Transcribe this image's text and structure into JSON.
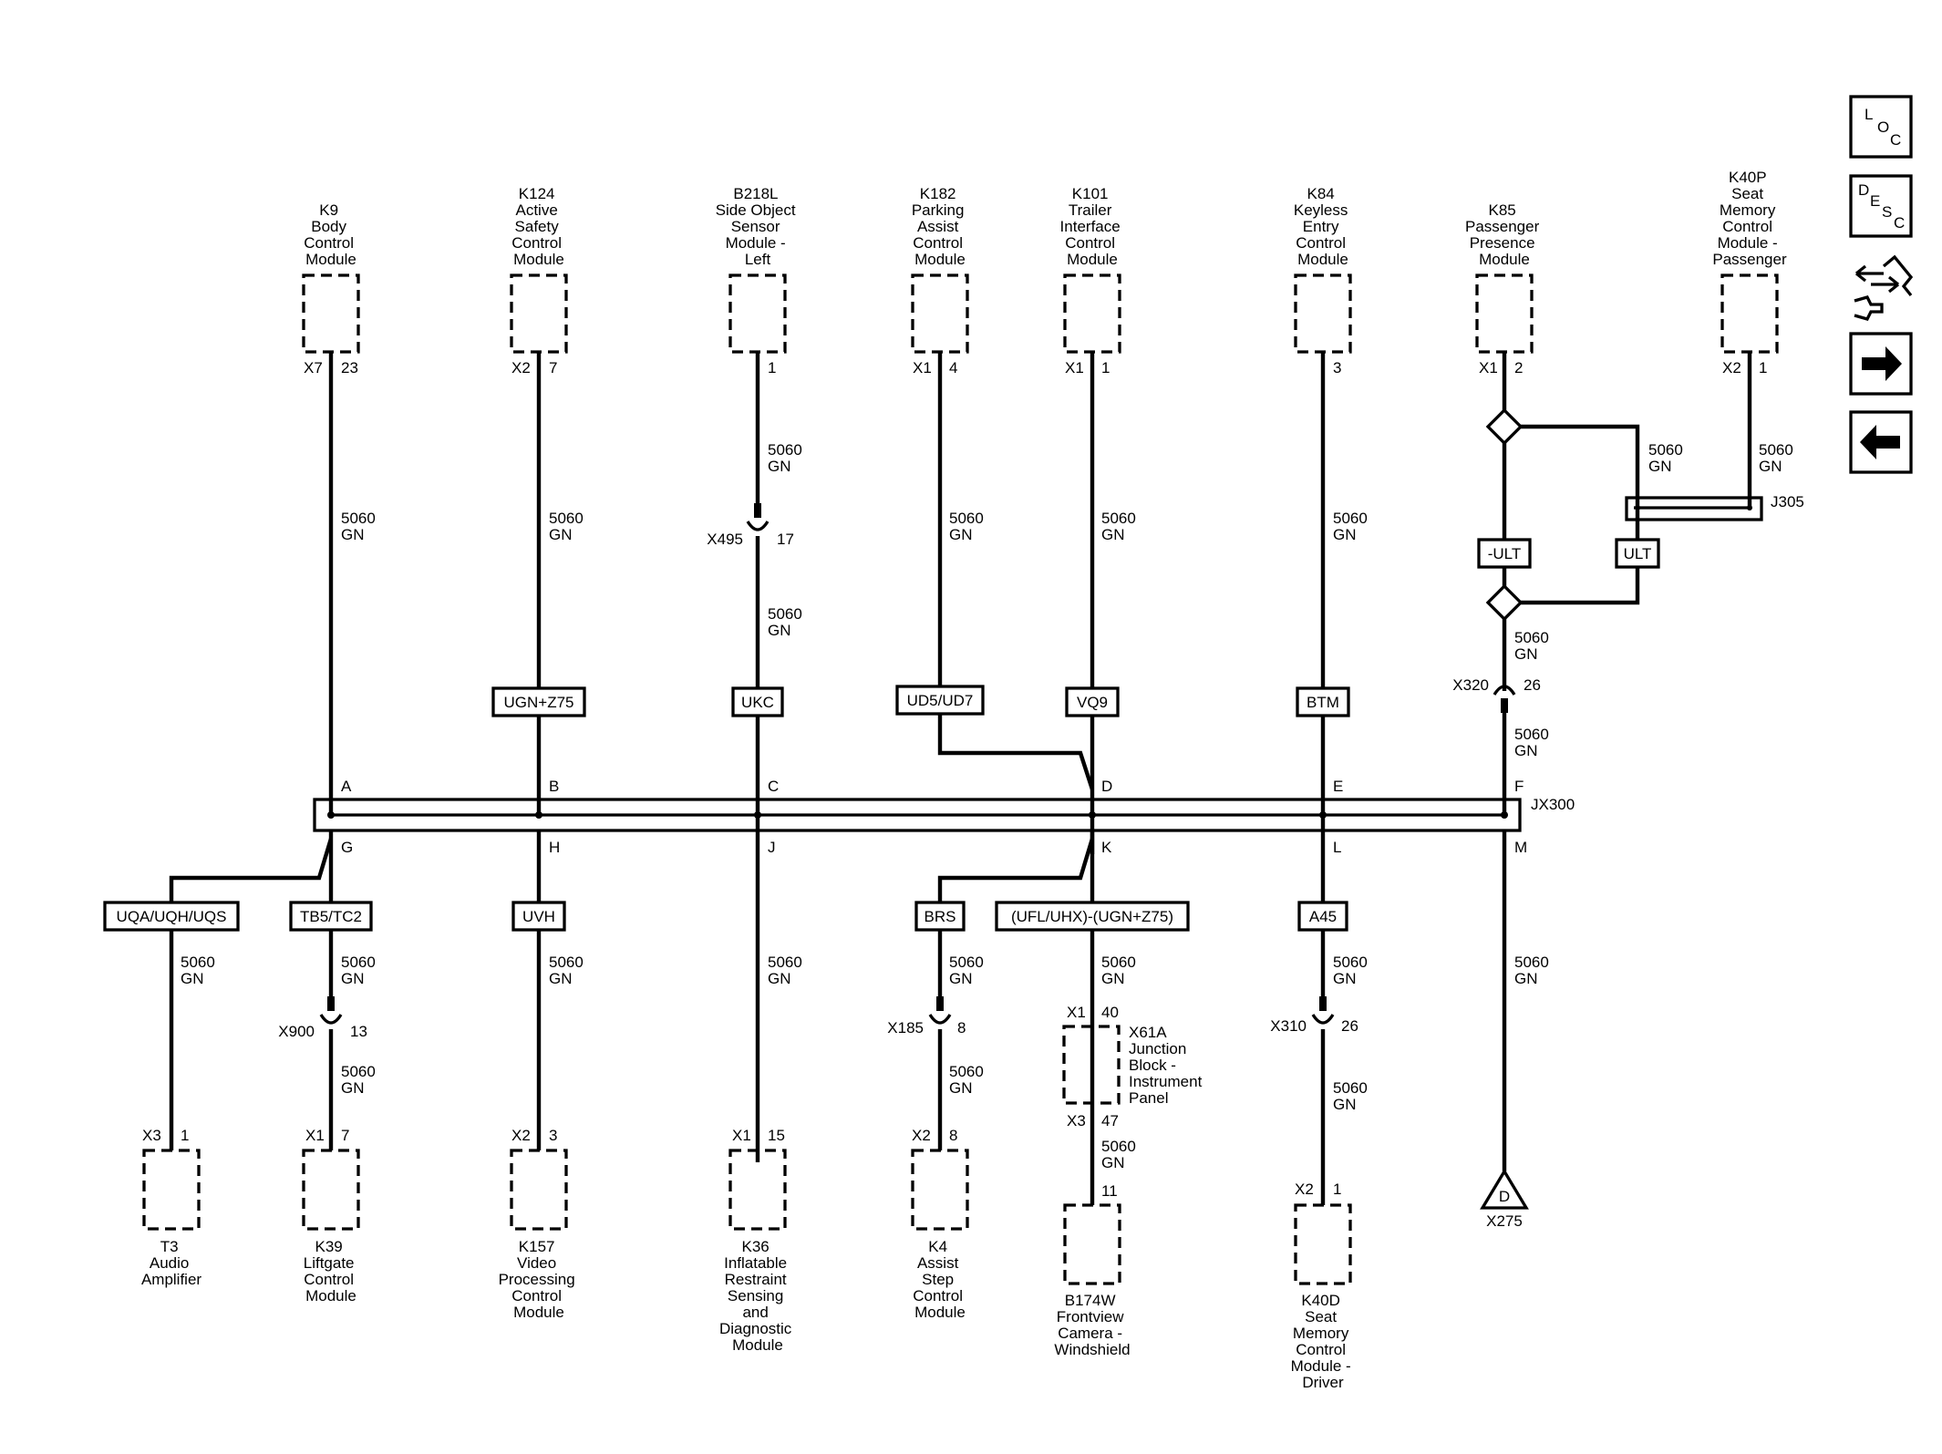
{
  "wire": {
    "circuit": "5060",
    "color": "GN"
  },
  "top_modules": [
    {
      "id": "k9",
      "lines": [
        "K9",
        "Body",
        "Control",
        "Module"
      ],
      "conn": "X7",
      "pin": "23",
      "splice_pin": "A"
    },
    {
      "id": "k124",
      "lines": [
        "K124",
        "Active",
        "Safety",
        "Control",
        "Module"
      ],
      "conn": "X2",
      "pin": "7",
      "option": "UGN+Z75",
      "splice_pin": "B"
    },
    {
      "id": "b218l",
      "lines": [
        "B218L",
        "Side Object",
        "Sensor",
        "Module -",
        "Left"
      ],
      "conn": "",
      "pin": "1",
      "inline": {
        "name": "X495",
        "pin": "17"
      },
      "option": "UKC",
      "splice_pin": "C"
    },
    {
      "id": "k182",
      "lines": [
        "K182",
        "Parking",
        "Assist",
        "Control",
        "Module"
      ],
      "conn": "X1",
      "pin": "4",
      "option": "UD5/UD7"
    },
    {
      "id": "k101",
      "lines": [
        "K101",
        "Trailer",
        "Interface",
        "Control",
        "Module"
      ],
      "conn": "X1",
      "pin": "1",
      "option": "VQ9",
      "splice_pin": "D"
    },
    {
      "id": "k84",
      "lines": [
        "K84",
        "Keyless",
        "Entry",
        "Control",
        "Module"
      ],
      "conn": "",
      "pin": "3",
      "option": "BTM",
      "splice_pin": "E"
    },
    {
      "id": "k85",
      "lines": [
        "K85",
        "Passenger",
        "Presence",
        "Module"
      ],
      "conn": "X1",
      "pin": "2",
      "option_left": "-ULT",
      "option_right": "ULT",
      "inline": {
        "name": "X320",
        "pin": "26"
      },
      "splice_pin": "F"
    },
    {
      "id": "k40p",
      "lines": [
        "K40P",
        "Seat",
        "Memory",
        "Control",
        "Module -",
        "Passenger"
      ],
      "conn": "X2",
      "pin": "1",
      "splice": "J305"
    }
  ],
  "splice_pack": {
    "name": "JX300",
    "bottom_pins": [
      "G",
      "H",
      "J",
      "K",
      "L",
      "M"
    ]
  },
  "bottom_modules": [
    {
      "id": "t3",
      "lines": [
        "T3",
        "Audio",
        "Amplifier"
      ],
      "conn": "X3",
      "pin": "1",
      "option": "UQA/UQH/UQS"
    },
    {
      "id": "k39",
      "lines": [
        "K39",
        "Liftgate",
        "Control",
        "Module"
      ],
      "conn": "X1",
      "pin": "7",
      "option": "TB5/TC2",
      "inline": {
        "name": "X900",
        "pin": "13"
      }
    },
    {
      "id": "k157",
      "lines": [
        "K157",
        "Video",
        "Processing",
        "Control",
        "Module"
      ],
      "conn": "X2",
      "pin": "3",
      "option": "UVH"
    },
    {
      "id": "k36",
      "lines": [
        "K36",
        "Inflatable",
        "Restraint",
        "Sensing",
        "and",
        "Diagnostic",
        "Module"
      ],
      "conn": "X1",
      "pin": "15"
    },
    {
      "id": "k4",
      "lines": [
        "K4",
        "Assist",
        "Step",
        "Control",
        "Module"
      ],
      "conn": "X2",
      "pin": "8",
      "option": "BRS",
      "inline": {
        "name": "X185",
        "pin": "8"
      }
    },
    {
      "id": "b174w",
      "lines": [
        "B174W",
        "Frontview",
        "Camera -",
        "Windshield"
      ],
      "conn": "",
      "pin": "11",
      "option": "(UFL/UHX)-(UGN+Z75)",
      "junction": {
        "lines": [
          "X61A",
          "Junction",
          "Block -",
          "Instrument",
          "Panel"
        ],
        "conn_in": "X1",
        "pin_in": "40",
        "conn_out": "X3",
        "pin_out": "47"
      }
    },
    {
      "id": "k40d",
      "lines": [
        "K40D",
        "Seat",
        "Memory",
        "Control",
        "Module -",
        "Driver"
      ],
      "conn": "X2",
      "pin": "1",
      "option": "A45",
      "inline": {
        "name": "X310",
        "pin": "26"
      }
    }
  ],
  "ground": {
    "letter": "D",
    "name": "X275"
  },
  "nav": {
    "loc": [
      "L",
      "O",
      "C"
    ],
    "desc": [
      "D",
      "E",
      "S",
      "C"
    ]
  }
}
